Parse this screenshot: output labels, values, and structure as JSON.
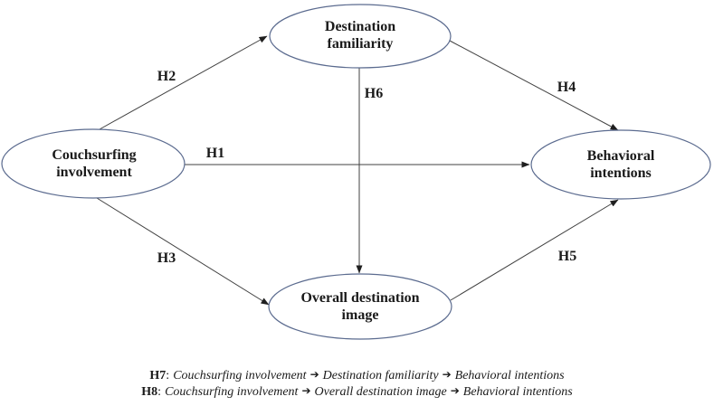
{
  "figure": {
    "background_color": "#ffffff",
    "ellipse_stroke_color": "#5b6b8f",
    "line_color": "#404040",
    "text_color": "#1a1a1a"
  },
  "nodes": [
    {
      "name": "couchsurfing-involvement",
      "line1": "Couchsurfing",
      "line2": "involvement"
    },
    {
      "name": "destination-familiarity",
      "line1": "Destination",
      "line2": "familiarity"
    },
    {
      "name": "behavioral-intentions",
      "line1": "Behavioral",
      "line2": "intentions"
    },
    {
      "name": "overall-destination-image",
      "line1": "Overall destination",
      "line2": "image"
    }
  ],
  "edges": [
    {
      "label": "H1",
      "from": "Couchsurfing involvement",
      "to": "Behavioral intentions"
    },
    {
      "label": "H2",
      "from": "Couchsurfing involvement",
      "to": "Destination familiarity"
    },
    {
      "label": "H3",
      "from": "Couchsurfing involvement",
      "to": "Overall destination image"
    },
    {
      "label": "H4",
      "from": "Destination familiarity",
      "to": "Behavioral intentions"
    },
    {
      "label": "H5",
      "from": "Overall destination image",
      "to": "Behavioral intentions"
    },
    {
      "label": "H6",
      "from": "Destination familiarity",
      "to": "Overall destination image"
    }
  ],
  "footnotes": [
    {
      "label": "H7",
      "colon": ":",
      "arrow": "➔",
      "steps": [
        "Couchsurfing involvement",
        "Destination familiarity",
        "Behavioral intentions"
      ]
    },
    {
      "label": "H8",
      "colon": ":",
      "arrow": "➔",
      "steps": [
        "Couchsurfing involvement",
        "Overall destination image",
        "Behavioral intentions"
      ]
    }
  ]
}
